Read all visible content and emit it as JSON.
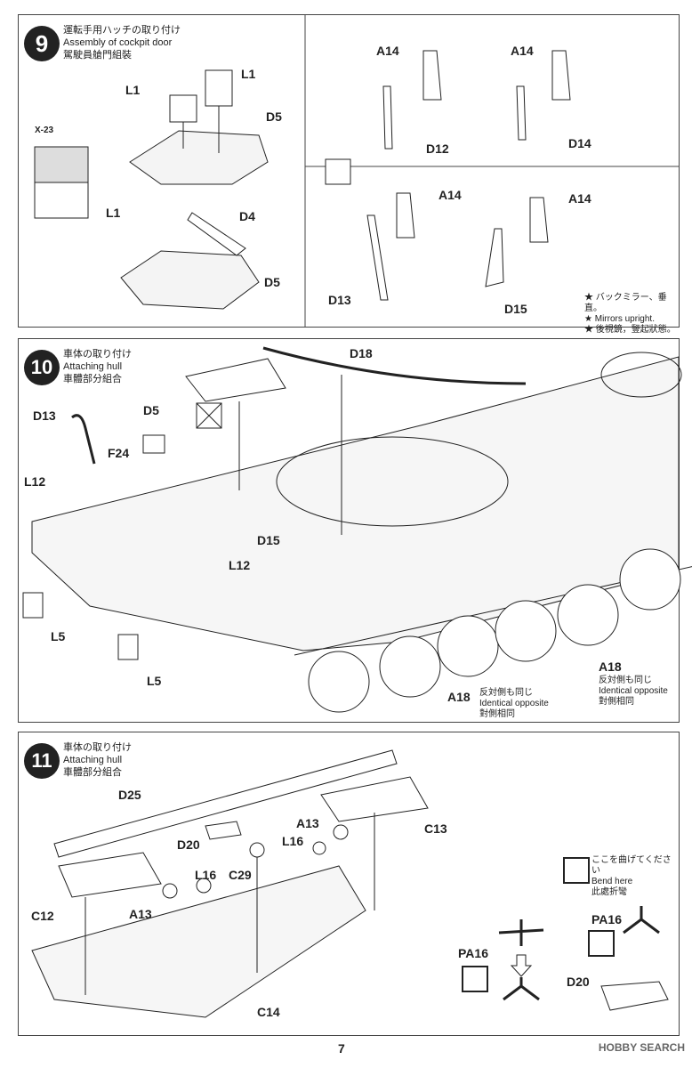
{
  "step9": {
    "number": "9",
    "title_ja": "運転手用ハッチの取り付け",
    "title_en": "Assembly of cockpit door",
    "title_zh": "駕駛員艙門組裝",
    "labels": [
      "L1",
      "L1",
      "D5",
      "X-23",
      "L1",
      "D4",
      "D5",
      "A14",
      "D12",
      "A14",
      "D14",
      "A14",
      "D13",
      "A14",
      "D15"
    ],
    "note_ja": "★ バックミラー、垂直。",
    "note_en": "★ Mirrors upright.",
    "note_zh": "★ 後視鏡，豎起狀態。"
  },
  "step10": {
    "number": "10",
    "title_ja": "車体の取り付け",
    "title_en": "Attaching hull",
    "title_zh": "車體部分組合",
    "labels": [
      "D18",
      "D5",
      "D13",
      "F24",
      "L12",
      "D15",
      "L12",
      "L5",
      "L5",
      "A18",
      "A18"
    ],
    "note1_ja": "反対側も同じ",
    "note1_en": "Identical opposite",
    "note1_zh": "對側相同",
    "note2_ja": "反対側も同じ",
    "note2_en": "Identical opposite",
    "note2_zh": "對側相同"
  },
  "step11": {
    "number": "11",
    "title_ja": "車体の取り付け",
    "title_en": "Attaching hull",
    "title_zh": "車體部分組合",
    "labels": [
      "D25",
      "D20",
      "A13",
      "L16",
      "C13",
      "L16",
      "C29",
      "C12",
      "A13",
      "C14",
      "PA16",
      "PA16",
      "D20"
    ],
    "bend_ja": "ここを曲げてください",
    "bend_en": "Bend here",
    "bend_zh": "此處折彎"
  },
  "page_number": "7",
  "watermark": "HOBBY SEARCH"
}
